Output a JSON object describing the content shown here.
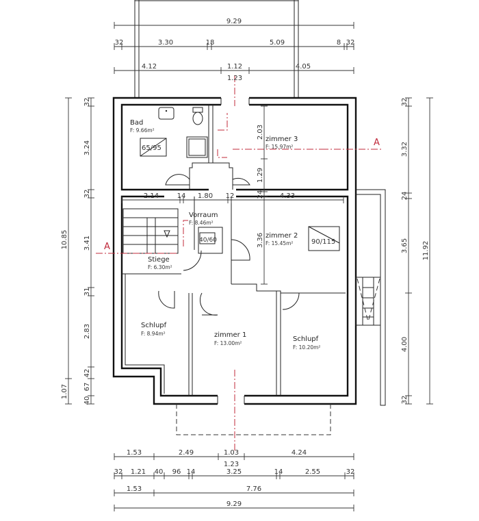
{
  "rooms": {
    "bad": {
      "name": "Bad",
      "area": "F: 9.66m²",
      "window": "65/95"
    },
    "zimmer3": {
      "name": "zimmer 3",
      "area": "F: 15.97m²"
    },
    "vorraum": {
      "name": "Vorraum",
      "area": "F: 8.46m²",
      "window": "40/60"
    },
    "zimmer2": {
      "name": "zimmer 2",
      "area": "F: 15.45m²",
      "window": "90/115"
    },
    "stiege": {
      "name": "Stiege",
      "area": "F: 6.30m²"
    },
    "schlupf_left": {
      "name": "Schlupf",
      "area": "F: 8.94m²"
    },
    "zimmer1": {
      "name": "zimmer 1",
      "area": "F: 13.00m²"
    },
    "schlupf_right": {
      "name": "Schlupf",
      "area": "F: 10.20m²"
    }
  },
  "section_marker": "A",
  "dims": {
    "top1": [
      "9.29"
    ],
    "top2": [
      "32",
      "3.30",
      "18",
      "5.09",
      "8",
      "32"
    ],
    "top3": [
      "4.12",
      "1.12",
      "1.23",
      "4.05"
    ],
    "bottom1": [
      "1.53",
      "2.49",
      "1.03",
      "1.23",
      "4.24"
    ],
    "bottom2": [
      "32",
      "1.21",
      "40",
      "96",
      "14",
      "3.25",
      "14",
      "2.55",
      "32"
    ],
    "bottom3": [
      "1.53",
      "7.76"
    ],
    "bottom4": [
      "9.29"
    ],
    "left_outer": [
      "10.85",
      "1.07"
    ],
    "left_inner": [
      "32",
      "3.24",
      "32",
      "3.41",
      "31",
      "2.83",
      "42",
      "67",
      "40"
    ],
    "right_inner": [
      "32",
      "3.32",
      "24",
      "3.65",
      "4.00",
      "32"
    ],
    "right_outer": [
      "11.92"
    ],
    "interior_h": [
      "2.14",
      "14",
      "1.80",
      "12",
      "4.33"
    ],
    "interior_v": [
      "2.03",
      "1.29",
      "24",
      "3.36"
    ]
  },
  "colors": {
    "section": "#c0283a",
    "walls": "#111111"
  }
}
